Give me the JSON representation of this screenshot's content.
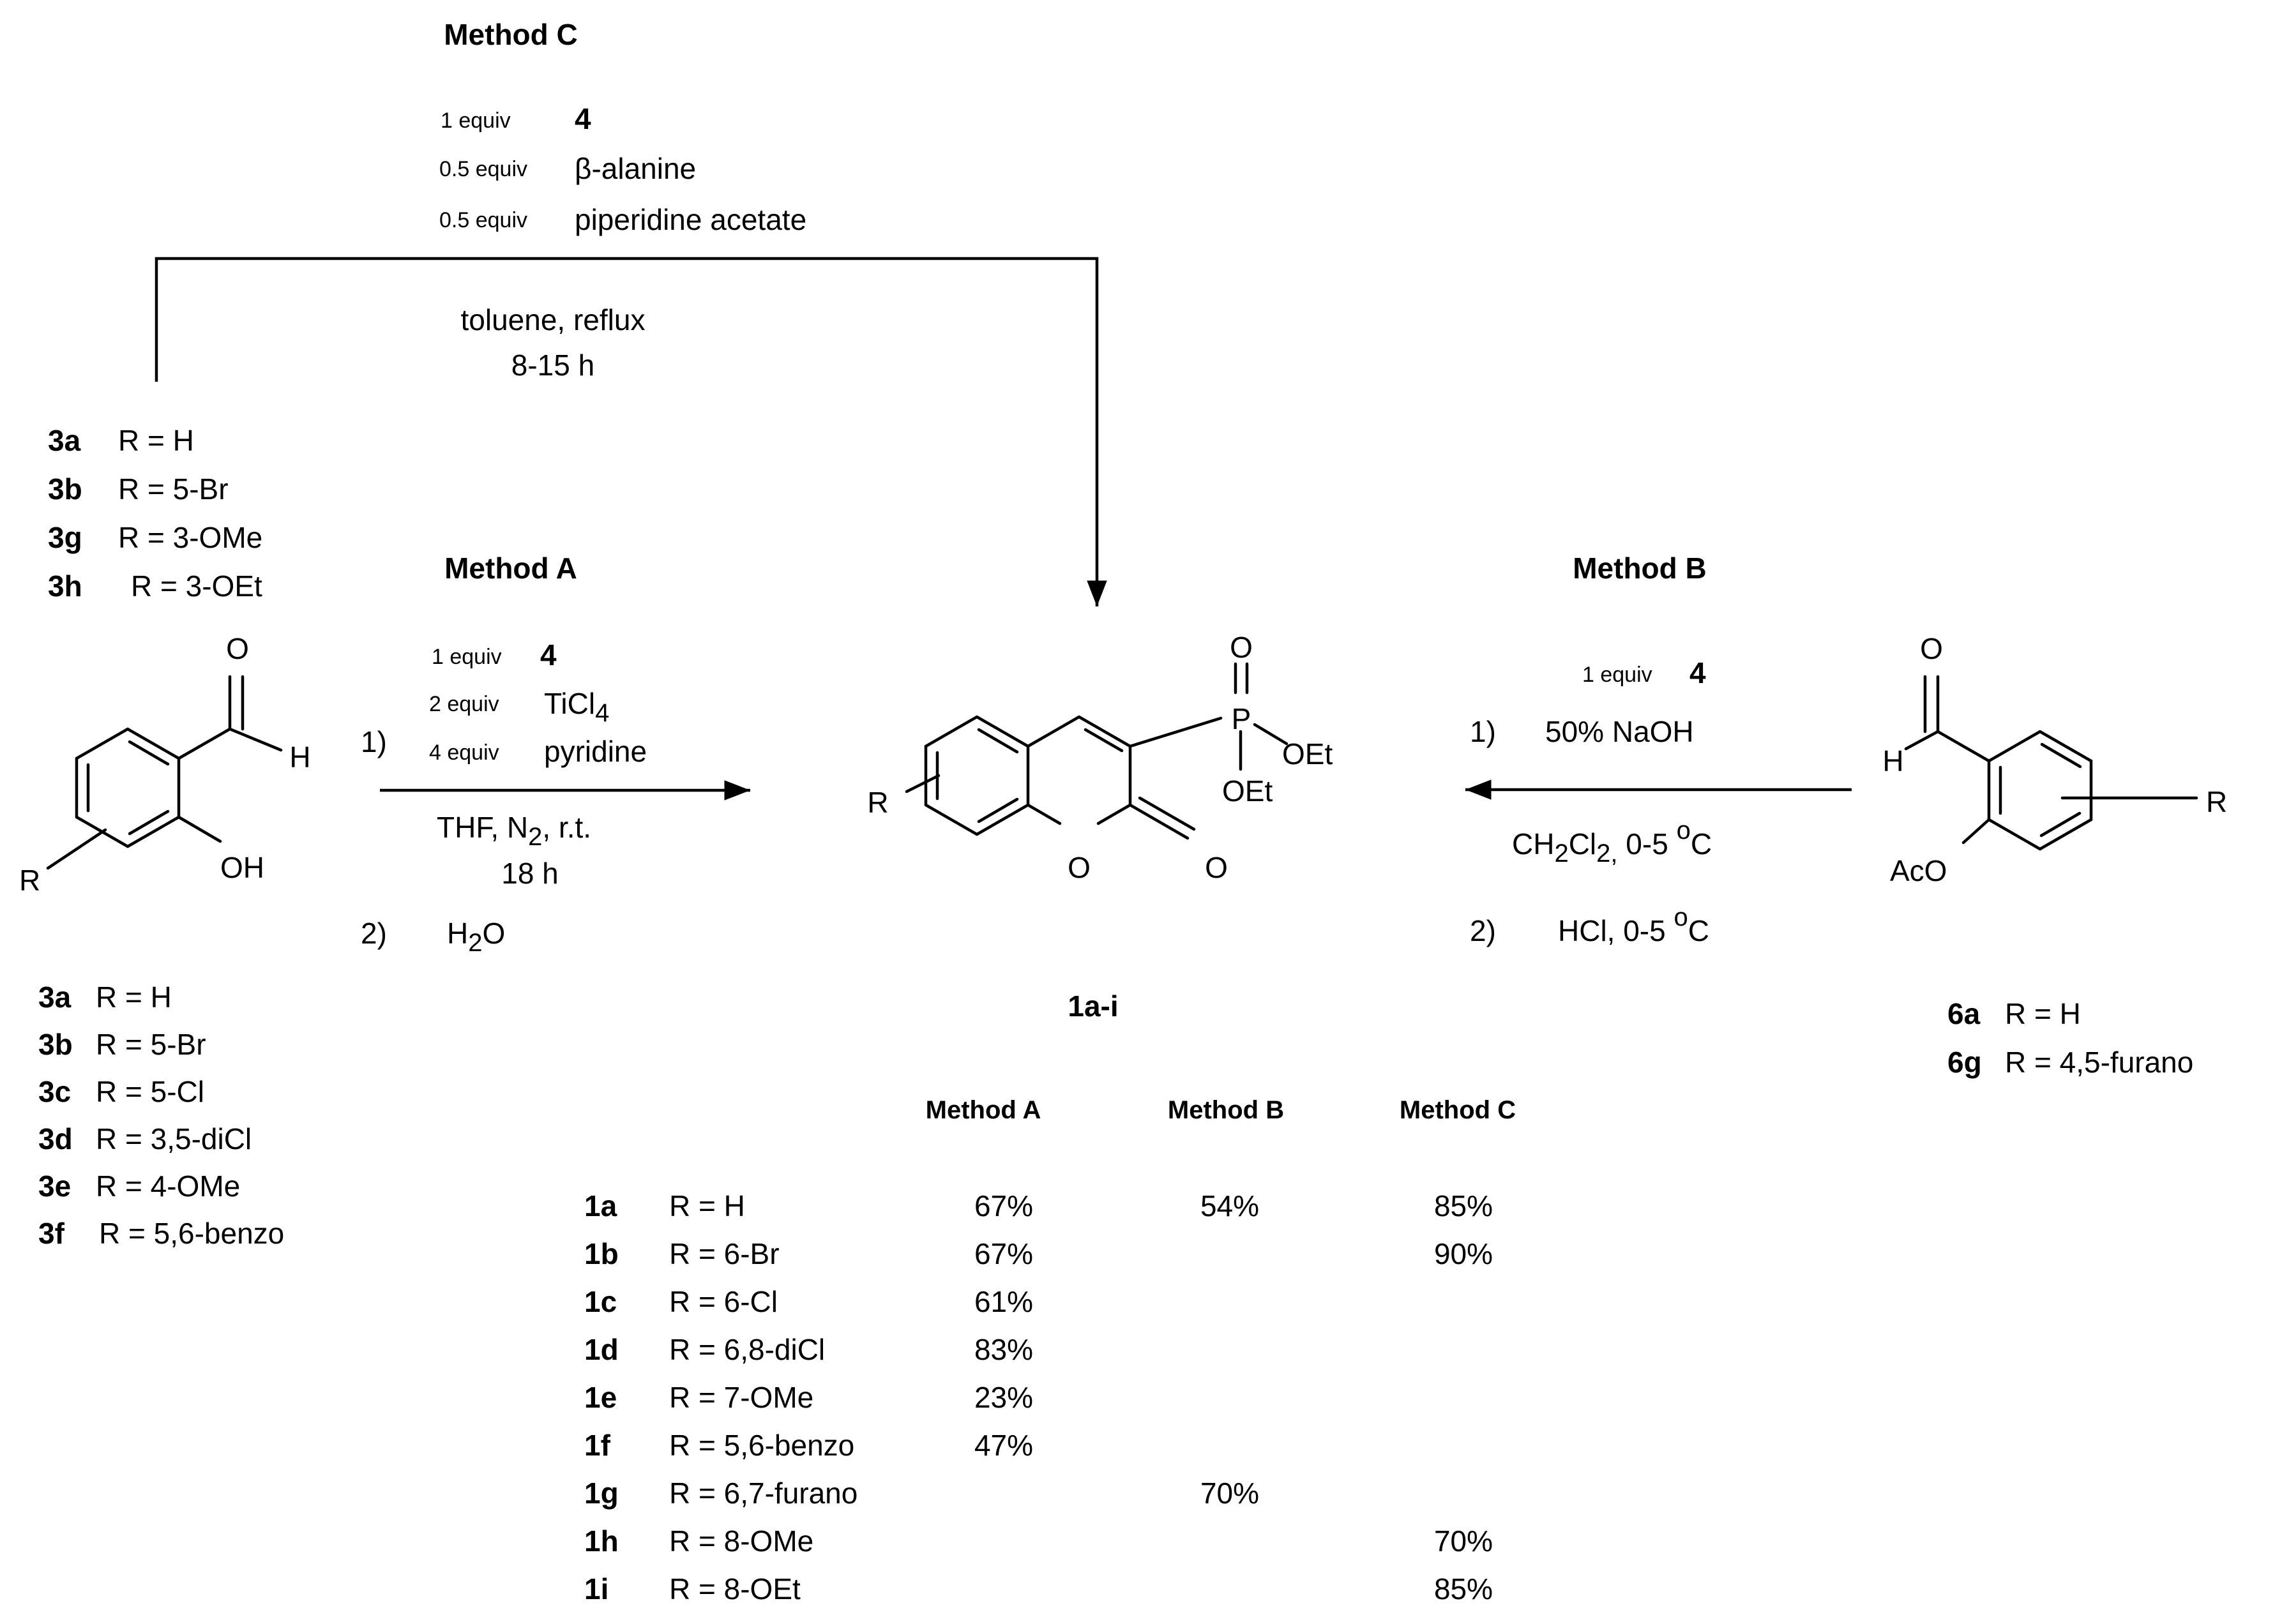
{
  "method_c": {
    "title": "Method C",
    "reagent1_amount": "1 equiv",
    "reagent1_name": "4",
    "reagent2_amount": "0.5 equiv",
    "reagent2_name": "β-alanine",
    "reagent3_amount": "0.5 equiv",
    "reagent3_name": "piperidine acetate",
    "condition1": "toluene, reflux",
    "condition2": "8-15 h",
    "substrates": [
      {
        "id": "3a",
        "r": "R = H"
      },
      {
        "id": "3b",
        "r": "R = 5-Br"
      },
      {
        "id": "3g",
        "r": "R = 3-OMe"
      },
      {
        "id": "3h",
        "r": "R = 3-OEt"
      }
    ]
  },
  "method_a": {
    "title": "Method A",
    "step1": "1)",
    "reagent1_amount": "1 equiv",
    "reagent1_name": "4",
    "reagent2_amount": "2 equiv",
    "reagent2_name": "TiCl",
    "reagent2_sub": "4",
    "reagent3_amount": "4 equiv",
    "reagent3_name": "pyridine",
    "condition_solvent": "THF, N",
    "condition_sub": "2",
    "condition_rest": ", r.t.",
    "condition_time": "18 h",
    "step2": "2)",
    "step2_reagent": "H",
    "step2_sub": "2",
    "step2_rest": "O",
    "substrates": [
      {
        "id": "3a",
        "r": "R = H"
      },
      {
        "id": "3b",
        "r": "R = 5-Br"
      },
      {
        "id": "3c",
        "r": "R = 5-Cl"
      },
      {
        "id": "3d",
        "r": "R = 3,5-diCl"
      },
      {
        "id": "3e",
        "r": "R = 4-OMe"
      },
      {
        "id": "3f",
        "r": "R = 5,6-benzo"
      }
    ]
  },
  "method_b": {
    "title": "Method B",
    "reagent1_amount": "1 equiv",
    "reagent1_name": "4",
    "step1": "1)",
    "step1_reagent": "50% NaOH",
    "condition_main": "CH",
    "condition_sub": "2",
    "condition_mid": "Cl",
    "condition_sub2": "2,",
    "condition_temp": " 0-5 ",
    "condition_deg": "o",
    "condition_unit": "C",
    "step2": "2)",
    "step2_reagent": "HCl, 0-5 ",
    "step2_deg": "o",
    "step2_unit": "C",
    "substrates": [
      {
        "id": "6a",
        "r": "R = H"
      },
      {
        "id": "6g",
        "r": "R = 4,5-furano"
      }
    ]
  },
  "atoms": {
    "salicyl_O": "O",
    "salicyl_H": "H",
    "salicyl_OH": "OH",
    "salicyl_R": "R",
    "prod_R": "R",
    "prod_P": "P",
    "prod_Otop": "O",
    "prod_OEt1": "OEt",
    "prod_OEt2": "OEt",
    "prod_Oring": "O",
    "prod_Ocarbonyl": "O",
    "acetyl_O": "O",
    "acetyl_H": "H",
    "acetyl_R": "R",
    "acetyl_AcO": "AcO"
  },
  "product_label": "1a-i",
  "yield_table": {
    "headers": [
      "Method A",
      "Method B",
      "Method C"
    ],
    "rows": [
      {
        "id": "1a",
        "r": "R = H",
        "a": "67%",
        "b": "54%",
        "c": "85%"
      },
      {
        "id": "1b",
        "r": "R = 6-Br",
        "a": "67%",
        "b": "",
        "c": "90%"
      },
      {
        "id": "1c",
        "r": "R = 6-Cl",
        "a": "61%",
        "b": "",
        "c": ""
      },
      {
        "id": "1d",
        "r": "R = 6,8-diCl",
        "a": "83%",
        "b": "",
        "c": ""
      },
      {
        "id": "1e",
        "r": "R = 7-OMe",
        "a": "23%",
        "b": "",
        "c": ""
      },
      {
        "id": "1f",
        "r": "R = 5,6-benzo",
        "a": "47%",
        "b": "",
        "c": ""
      },
      {
        "id": "1g",
        "r": "R = 6,7-furano",
        "a": "",
        "b": "70%",
        "c": ""
      },
      {
        "id": "1h",
        "r": "R = 8-OMe",
        "a": "",
        "b": "",
        "c": "70%"
      },
      {
        "id": "1i",
        "r": "R = 8-OEt",
        "a": "",
        "b": "",
        "c": "85%"
      }
    ]
  }
}
